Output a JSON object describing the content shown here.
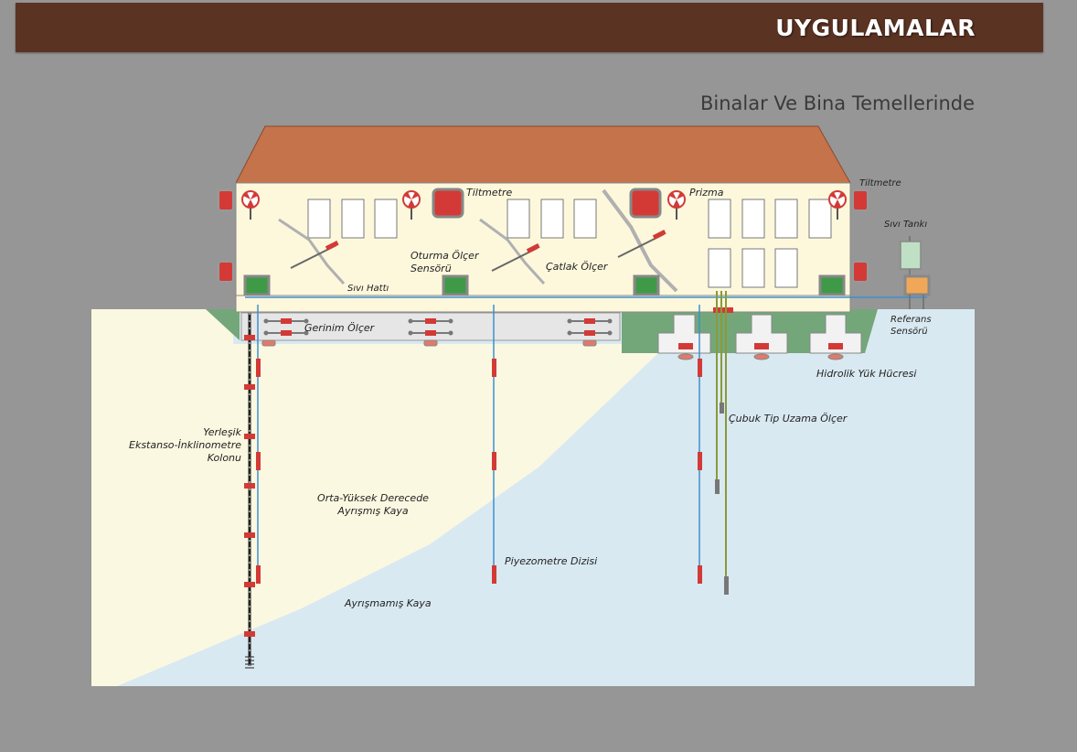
{
  "header": {
    "title": "UYGULAMALAR"
  },
  "subtitle": "Binalar Ve Bina Temellerinde",
  "labels": {
    "tiltmetre_top": "Tiltmetre",
    "prizma": "Prizma",
    "tiltmetre_right": "Tiltmetre",
    "sivi_tanki": "Sıvı Tankı",
    "oturma_1": "Oturma Ölçer",
    "oturma_2": "Sensörü",
    "catlak": "Çatlak Ölçer",
    "sivi_hatti": "Sıvı Hattı",
    "gerinim": "Gerinim Ölçer",
    "referans_1": "Referans",
    "referans_2": "Sensörü",
    "hidrolik": "Hidrolik Yük Hücresi",
    "cubuk": "Çubuk Tip Uzama Ölçer",
    "yerlesik_1": "Yerleşik",
    "yerlesik_2": "Ekstanso-İnklinometre",
    "yerlesik_3": "Kolonu",
    "orta_1": "Orta-Yüksek Derecede",
    "orta_2": "Ayrışmış Kaya",
    "piyezometre": "Piyezometre Dizisi",
    "ayrismamis": "Ayrışmamış Kaya"
  },
  "colors": {
    "banner": "#5b3322",
    "roof": "#c4734a",
    "wall": "#fdf8dc",
    "weathered_rock": "#fbf8e1",
    "unweathered_rock": "#d9e9f1",
    "berm": "#73a77a",
    "sensor_red": "#d33a36",
    "sensor_green": "#3f9a48",
    "pipe_blue": "#3c8fd0",
    "rod_olive": "#8a9a3a",
    "tank_orange": "#f0a858"
  }
}
